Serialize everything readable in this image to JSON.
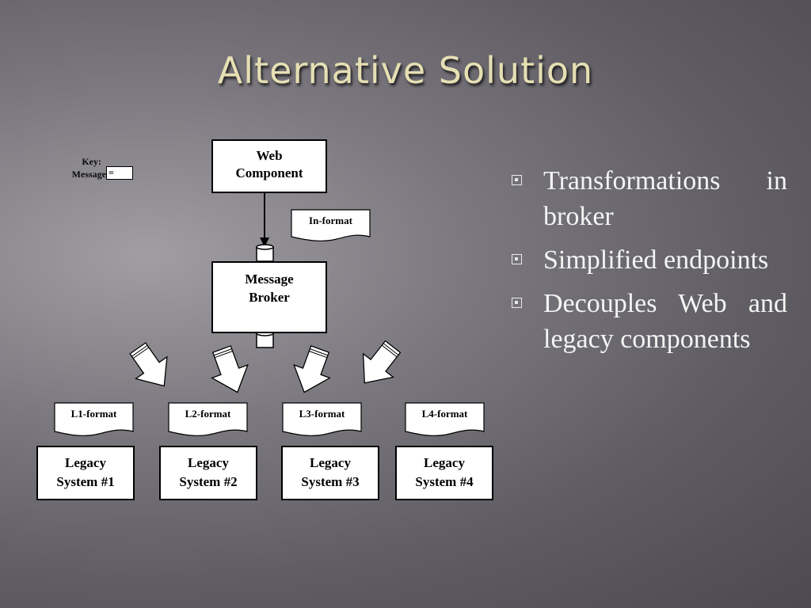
{
  "slide": {
    "title": "Alternative Solution",
    "bullets": [
      "Transformations in broker",
      "Simplified endpoints",
      "Decouples Web and legacy components"
    ]
  },
  "diagram": {
    "key_label": "Key:",
    "key_message_label": "Message",
    "key_symbol": "=",
    "web_component": [
      "Web",
      "Component"
    ],
    "in_format": "In-format",
    "message_broker": [
      "Message",
      "Broker"
    ],
    "formats": [
      "L1-format",
      "L2-format",
      "L3-format",
      "L4-format"
    ],
    "legacy_systems": [
      [
        "Legacy",
        "System #1"
      ],
      [
        "Legacy",
        "System #2"
      ],
      [
        "Legacy",
        "System #3"
      ],
      [
        "Legacy",
        "System #4"
      ]
    ]
  },
  "colors": {
    "title": "#e6dfb4",
    "bullet_text": "#f4f4f4",
    "box_fill": "#ffffff",
    "outline": "#000000"
  }
}
